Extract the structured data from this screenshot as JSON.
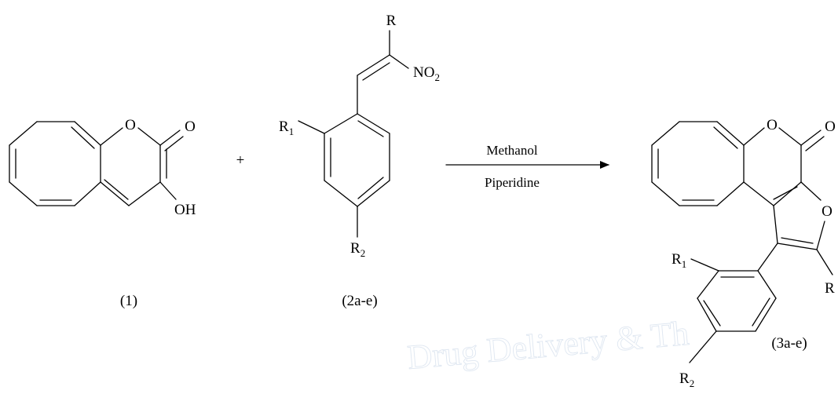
{
  "watermark": "Drug Delivery & Th",
  "compound1": {
    "atom_o_ring": "O",
    "atom_o_carbonyl": "O",
    "group_oh": "OH",
    "label": "(1)"
  },
  "plus_sign": "+",
  "compound2": {
    "atom_r": "R",
    "group_no2": "NO",
    "group_no2_sub": "2",
    "atom_r1": "R",
    "atom_r1_sub": "1",
    "atom_r2": "R",
    "atom_r2_sub": "2",
    "label": "(2a-e)"
  },
  "arrow": {
    "reagent_top": "Methanol",
    "reagent_bottom": "Piperidine"
  },
  "product3": {
    "atom_o_ring": "O",
    "atom_o_carbonyl": "O",
    "atom_o_furan": "O",
    "atom_r": "R",
    "atom_r1": "R",
    "atom_r1_sub": "1",
    "atom_r2": "R",
    "atom_r2_sub": "2",
    "label": "(3a-e)"
  }
}
